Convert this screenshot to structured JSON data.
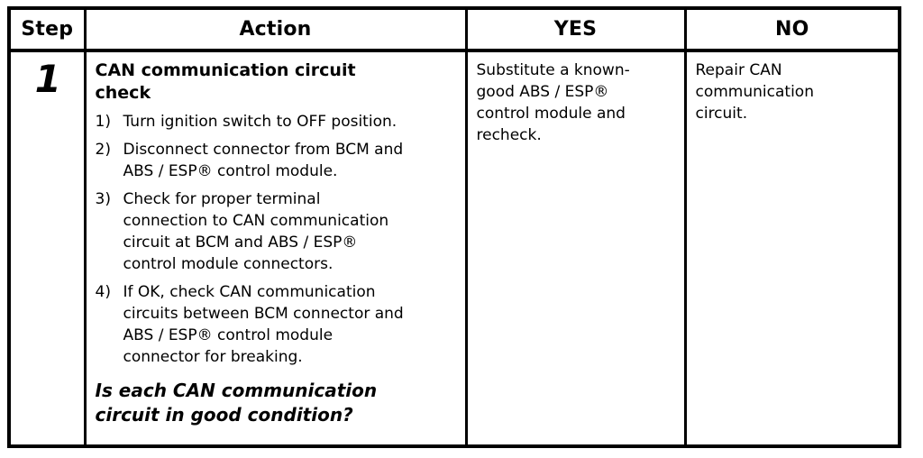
{
  "colors": {
    "background": "#ffffff",
    "border": "#000000",
    "text": "#000000"
  },
  "table": {
    "headers": [
      "Step",
      "Action",
      "YES",
      "NO"
    ],
    "rows": [
      {
        "step": "1",
        "action_title": "CAN communication circuit\ncheck",
        "action_items": [
          {
            "num": "1)",
            "text": "Turn ignition switch to OFF position."
          },
          {
            "num": "2)",
            "text": "Disconnect connector from BCM and\nABS / ESP® control module."
          },
          {
            "num": "3)",
            "text": "Check for proper terminal\nconnection to CAN communication\ncircuit at BCM and ABS / ESP®\ncontrol module connectors."
          },
          {
            "num": "4)",
            "text": "If OK, check CAN communication\ncircuits between BCM connector and\nABS / ESP® control module\nconnector for breaking."
          }
        ],
        "action_question": "Is each CAN communication\ncircuit in good condition?",
        "yes": "Substitute a known-\ngood ABS / ESP®\ncontrol module and\nrecheck.",
        "no": "Repair CAN\ncommunication\ncircuit."
      }
    ]
  }
}
